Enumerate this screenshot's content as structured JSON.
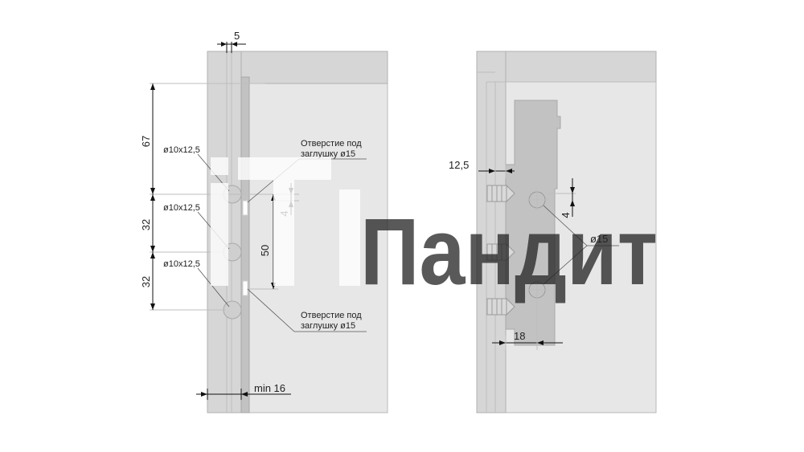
{
  "left_view": {
    "dim_top_width": "5",
    "dim_67": "67",
    "dim_32_upper": "32",
    "dim_32_lower": "32",
    "dim_50": "50",
    "dim_4": "4",
    "dim_min16": "min 16",
    "hole_label_1": "ø10x12,5",
    "hole_label_2": "ø10x12,5",
    "hole_label_3": "ø10x12,5",
    "plug_hole_top_line1": "Отверстие под",
    "plug_hole_top_line2": "заглушку  ø15",
    "plug_hole_bottom_line1": "Отверстие под",
    "plug_hole_bottom_line2": "заглушку  ø15"
  },
  "right_view": {
    "dim_12_5": "12,5",
    "dim_4": "4",
    "dim_15": "ø15",
    "dim_18": "18"
  },
  "watermark": {
    "text": "Пандит",
    "logo": "iT-logo"
  }
}
